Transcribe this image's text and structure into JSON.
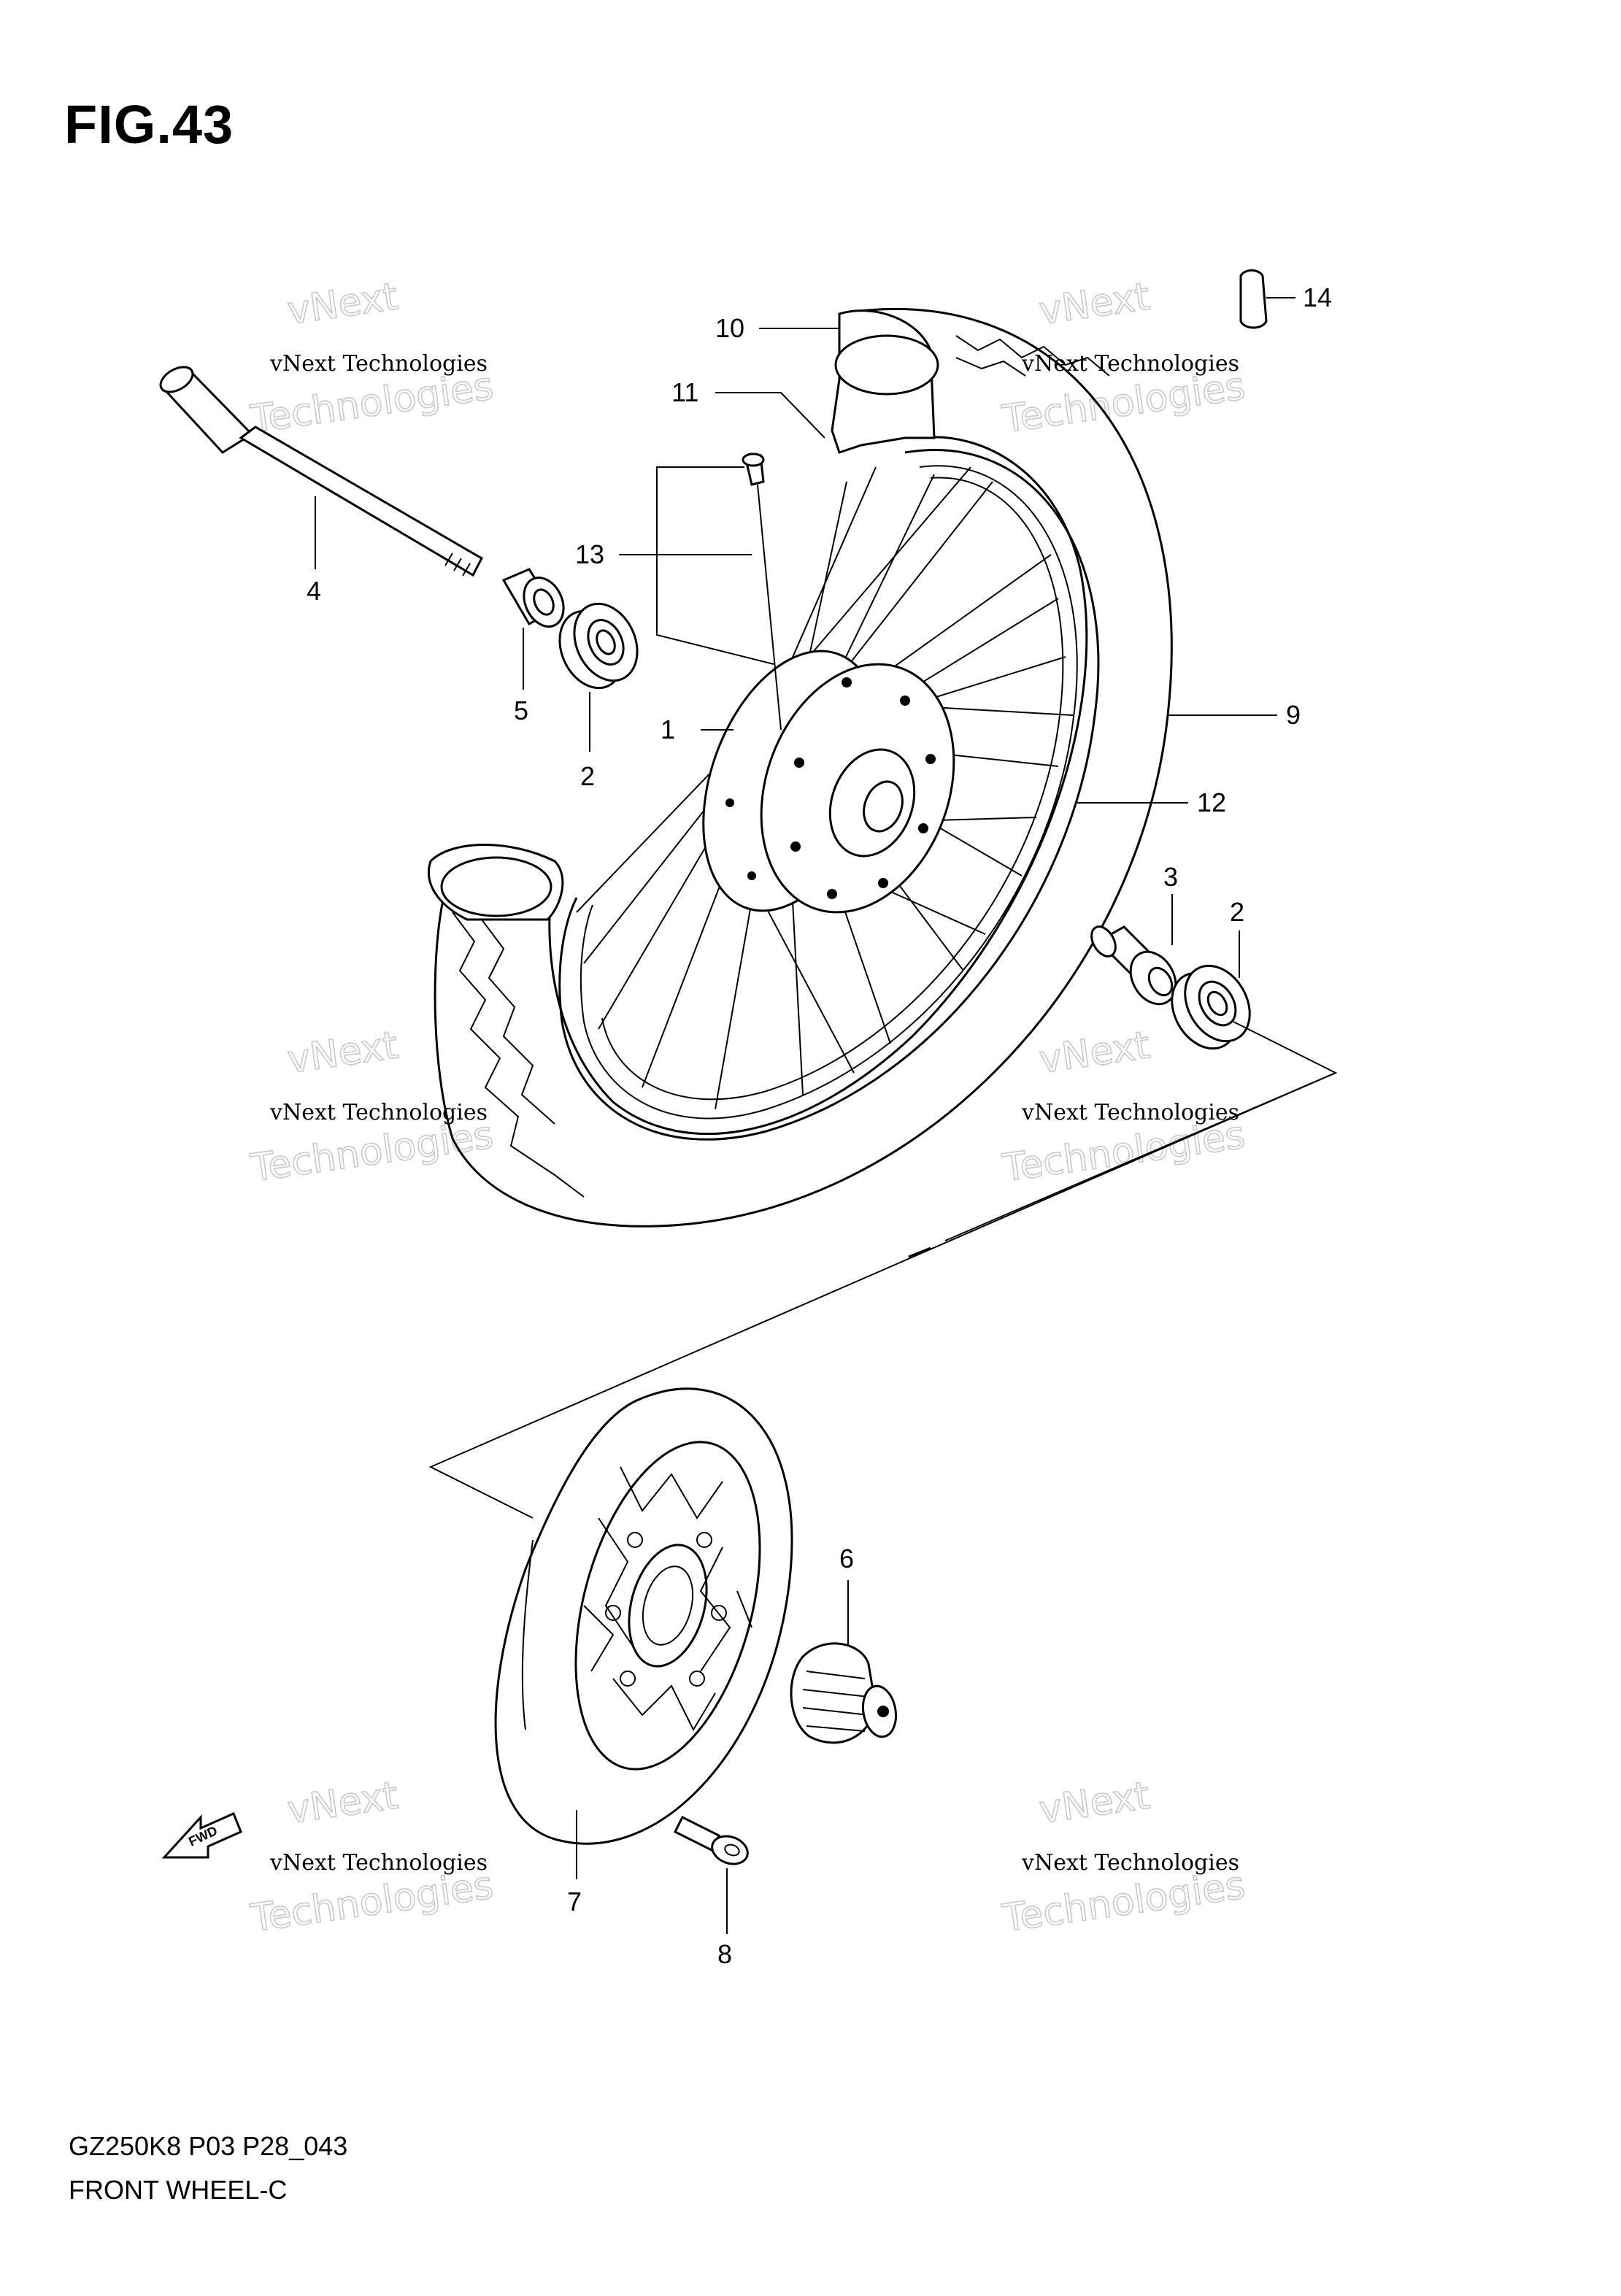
{
  "figure": {
    "title": "FIG.43",
    "footer_code": "GZ250K8 P03 P28_043",
    "footer_name": "FRONT WHEEL-C"
  },
  "fwd_label": "FWD",
  "watermarks": [
    {
      "small": "vNext Technologies",
      "big_top": "vNext",
      "big_bottom": "Technologies"
    },
    {
      "small": "vNext Technologies",
      "big_top": "vNext",
      "big_bottom": "Technologies"
    },
    {
      "small": "vNext Technologies",
      "big_top": "vNext",
      "big_bottom": "Technologies"
    },
    {
      "small": "vNext Technologies",
      "big_top": "vNext",
      "big_bottom": "Technologies"
    },
    {
      "small": "vNext Technologies",
      "big_top": "vNext",
      "big_bottom": "Technologies"
    },
    {
      "small": "vNext Technologies",
      "big_top": "vNext",
      "big_bottom": "Technologies"
    }
  ],
  "callouts": [
    {
      "id": "1",
      "label": "1"
    },
    {
      "id": "2a",
      "label": "2"
    },
    {
      "id": "2b",
      "label": "2"
    },
    {
      "id": "3",
      "label": "3"
    },
    {
      "id": "4",
      "label": "4"
    },
    {
      "id": "5",
      "label": "5"
    },
    {
      "id": "6",
      "label": "6"
    },
    {
      "id": "7",
      "label": "7"
    },
    {
      "id": "8",
      "label": "8"
    },
    {
      "id": "9",
      "label": "9"
    },
    {
      "id": "10",
      "label": "10"
    },
    {
      "id": "11",
      "label": "11"
    },
    {
      "id": "12",
      "label": "12"
    },
    {
      "id": "13",
      "label": "13"
    },
    {
      "id": "14",
      "label": "14"
    }
  ]
}
